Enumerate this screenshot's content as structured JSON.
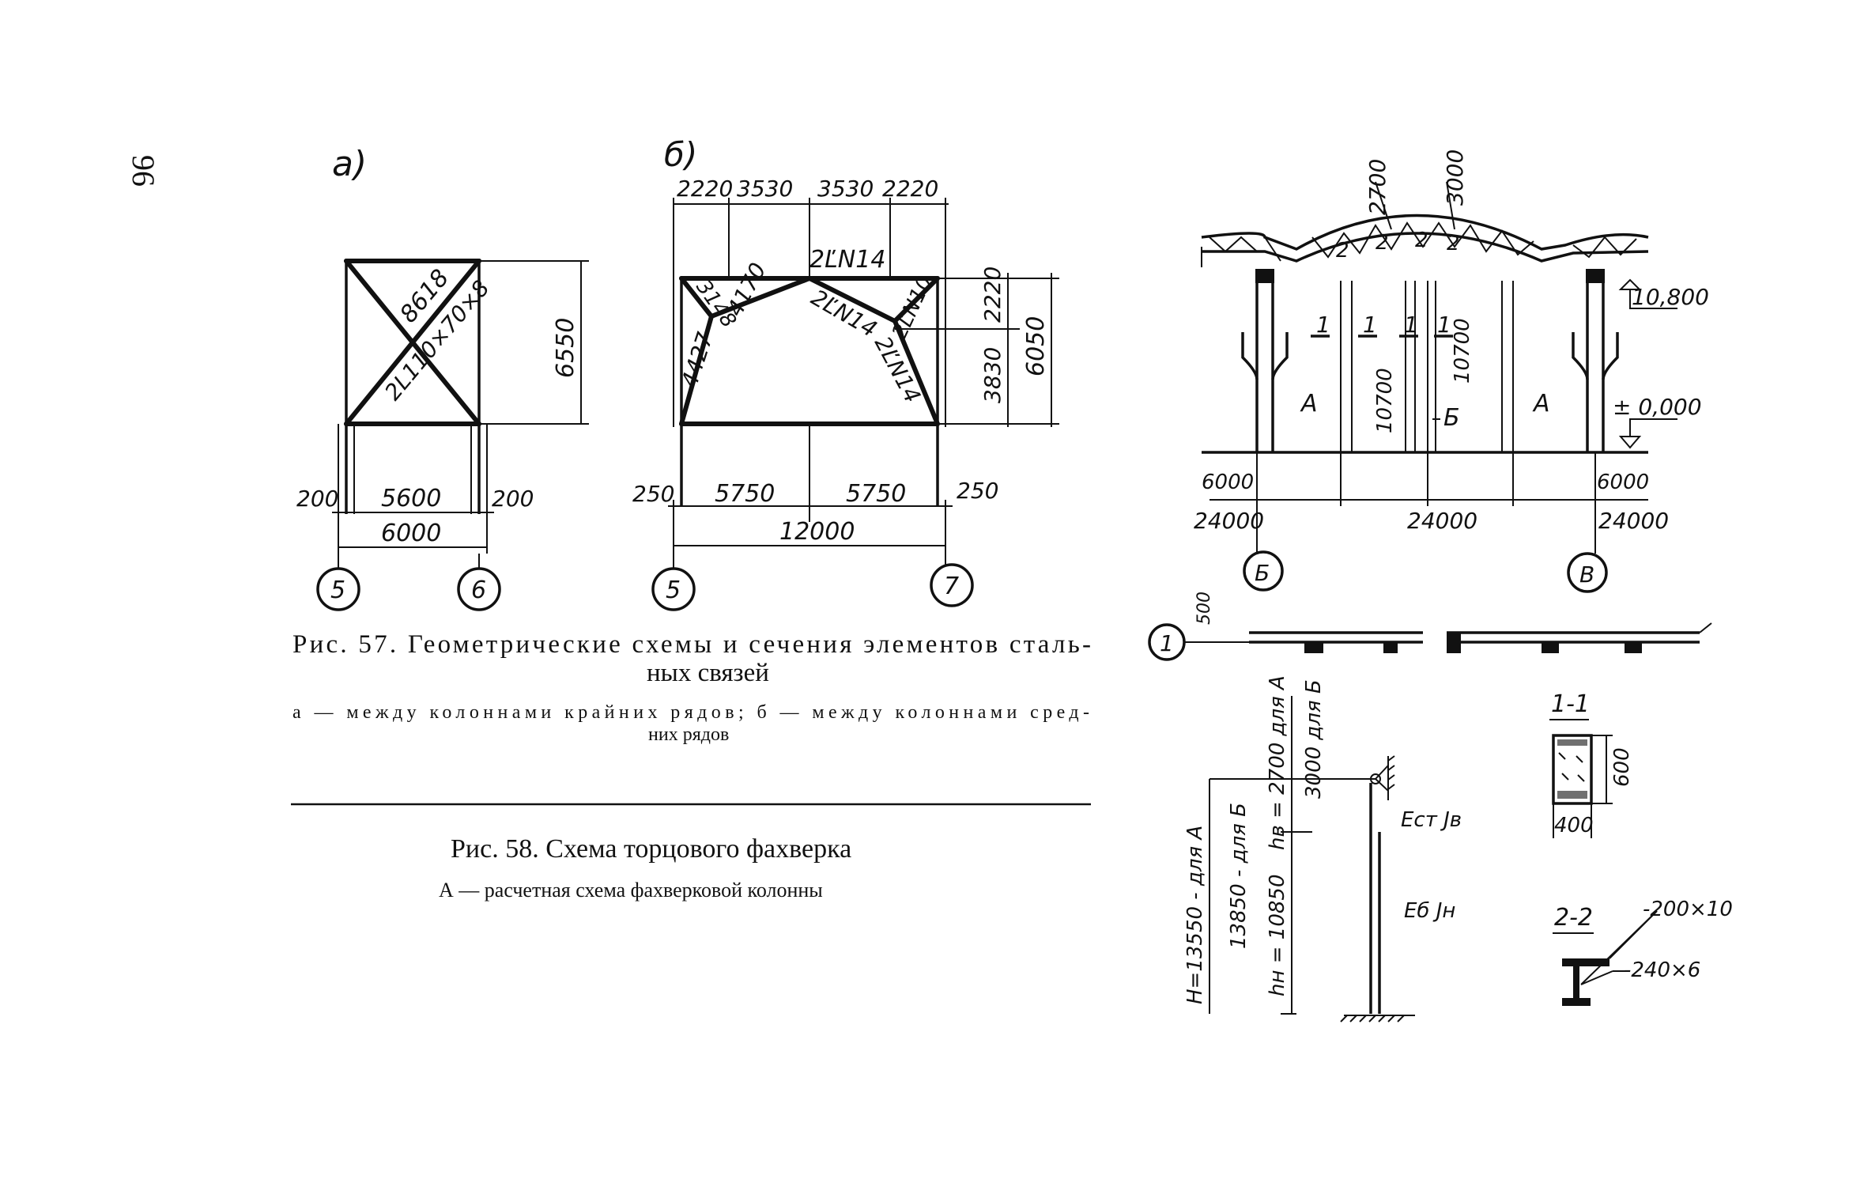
{
  "page": {
    "number": "96"
  },
  "fig57": {
    "caption": "Рис. 57. Геометрические схемы и сечения элементов сталь-ных связей",
    "caption_line1": "Рис. 57. Геометрические схемы и сечения элементов сталь-",
    "caption_line2": "ных связей",
    "subcaption_line1": "а — между колоннами крайних рядов; б — между колоннами сред-",
    "subcaption_line2": "них рядов",
    "a": {
      "label": "а)",
      "diag1": "8618",
      "section": "2L110×70×8",
      "height": "6550",
      "offset_left": "200",
      "span_inner": "5600",
      "offset_right": "200",
      "span": "6000",
      "axis_left": "5",
      "axis_right": "6"
    },
    "b": {
      "label": "б)",
      "top_dims": [
        "2220",
        "3530",
        "3530",
        "2220"
      ],
      "top_section": "2ĽN14",
      "m1": "3148",
      "m2": "4170",
      "m3": "4427",
      "m4": "2ĽN14",
      "m5": "2ĽN10",
      "m6": "2ĽN14",
      "h1": "2220",
      "h2": "3830",
      "h_total": "6050",
      "offset_left": "250",
      "span_left": "5750",
      "span_right": "5750",
      "offset_right": "250",
      "span": "12000",
      "axis_left": "5",
      "axis_right": "7"
    }
  },
  "fig58": {
    "caption": "Рис. 58. Схема торцового фахверка",
    "subcaption": "А — расчетная схема фахверковой колонны",
    "roof_dim1": "2700",
    "roof_dim2": "3000",
    "sec_marks": [
      "2",
      "2",
      "2",
      "2"
    ],
    "elev_top": "10,800",
    "elev_zero": "± 0,000",
    "col_marks": [
      "1",
      "1",
      "1",
      "1"
    ],
    "label_a": "А",
    "label_b": "Б",
    "col_height1": "10700",
    "col_height2": "10700",
    "pitch_left": "6000",
    "pitch_right": "6000",
    "span_left": "24000",
    "span_mid": "24000",
    "span_right": "24000",
    "axis_left": "Б",
    "axis_right": "В",
    "plan_mark": "1",
    "plan_dim": "500",
    "scheme": {
      "H": "H=13550 - для А",
      "H2": "13850 - для Б",
      "hn": "hн = 10850",
      "hv": "hв = 2700 для А",
      "hv2": "3000 для Б",
      "E_top": "Eст Jв",
      "E_bot": "Eб Jн"
    },
    "section11": {
      "title": "1-1",
      "h": "600",
      "b": "400"
    },
    "section22": {
      "title": "2-2",
      "p1": "-200×10",
      "p2": "-240×6"
    }
  }
}
